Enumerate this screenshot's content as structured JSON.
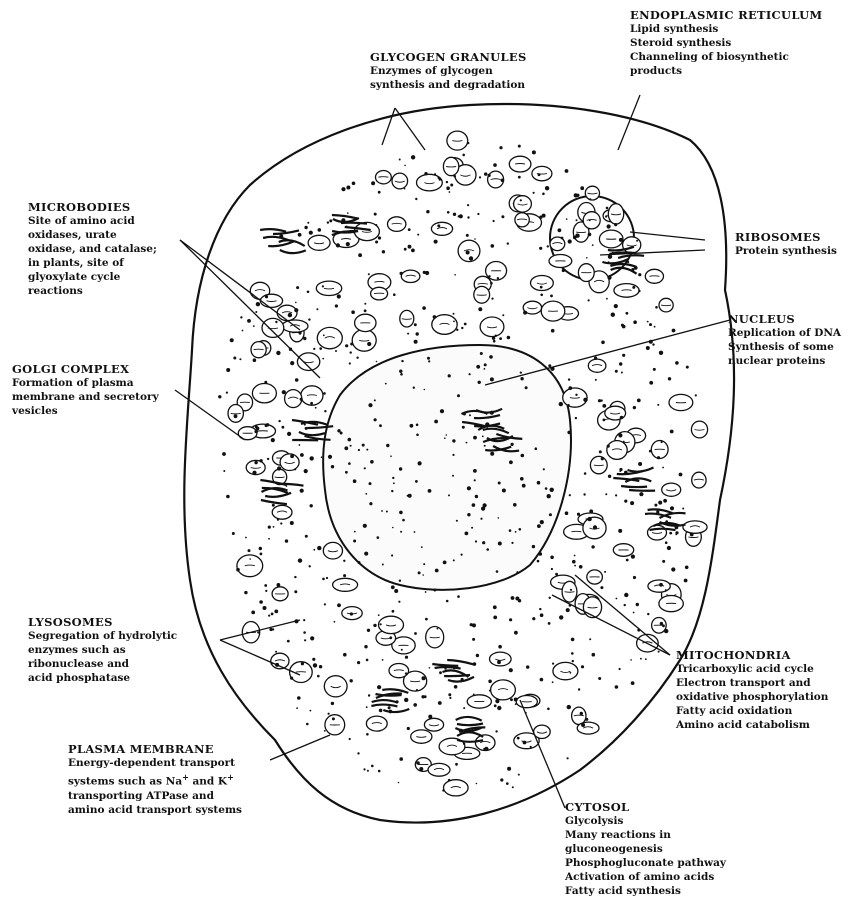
{
  "labels": {
    "glycogen": {
      "title": "GLYCOGEN GRANULES",
      "desc": "Enzymes of glycogen\nsynthesis and degradation"
    },
    "er": {
      "title": "ENDOPLASMIC RETICULUM",
      "desc": "Lipid synthesis\nSteroid synthesis\nChanneling of biosynthetic\nproducts"
    },
    "microbodies": {
      "title": "MICROBODIES",
      "desc": "Site of amino acid\noxidases, urate\noxidase, and catalase;\nin plants, site of\nglyoxylate cycle\nreactions"
    },
    "ribosomes": {
      "title": "RIBOSOMES",
      "desc": "Protein synthesis"
    },
    "nucleus": {
      "title": "NUCLEUS",
      "desc": "Replication of DNA\nSynthesis of some\nnuclear proteins"
    },
    "golgi": {
      "title": "GOLGI COMPLEX",
      "desc": "Formation of plasma\nmembrane and secretory\nvesicles"
    },
    "lysosomes": {
      "title": "LYSOSOMES",
      "desc": "Segregation of hydrolytic\nenzymes such as\nribonuclease and\nacid phosphatase"
    },
    "mitochondria": {
      "title": "MITOCHONDRIA",
      "desc": "Tricarboxylic acid cycle\nElectron transport and\noxidative phosphorylation\nFatty acid oxidation\nAmino acid catabolism"
    },
    "plasma": {
      "title": "PLASMA MEMBRANE",
      "desc_a": "Energy-dependent transport\nsystems such as Na",
      "sup1": "+",
      "mid": " and K",
      "sup2": "+",
      "desc_b": "\ntransporting ATPase and\namino acid transport systems"
    },
    "cytosol": {
      "title": "CYTOSOL",
      "desc": "Glycolysis\nMany reactions in\ngluconeogenesis\nPhosphogluconate pathway\nActivation of amino acids\nFatty acid synthesis"
    }
  }
}
